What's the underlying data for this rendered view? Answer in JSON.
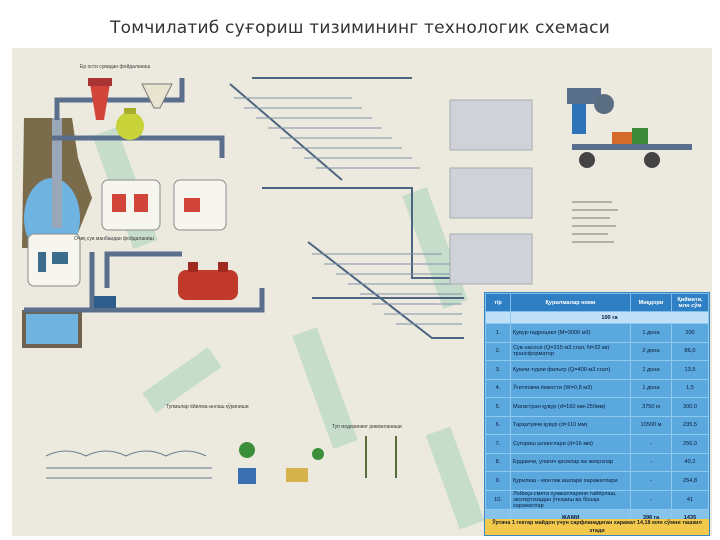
{
  "title": "Томчилатиб суғориш тизимининг технологик схемаси",
  "labels": {
    "top_pipe": "Ер ости сувидан фойдаланиш",
    "surface_pipe": "Очиқ сув манбаидан фойдаланиш",
    "layout_scheme": "Тупмалар ёйилма-анлаш кўриниши",
    "plant_scheme": "Туп илдизининг ривожланиши"
  },
  "table": {
    "headers": [
      "т/р",
      "Қурилмалар номи",
      "Миқдори",
      "Қиймати, млн сўм"
    ],
    "subheader": "100 га",
    "rows": [
      {
        "n": "1.",
        "name": "Қувур-гидроцикл (М=3000 м3)",
        "qty": "1 дона",
        "value": "200"
      },
      {
        "n": "2.",
        "name": "Сув насоси (Q=315 м3 соат, N=32 кв) трансформатор",
        "qty": "2 дона",
        "value": "86,0"
      },
      {
        "n": "3.",
        "name": "Қумли-турли фильтр (Q=400 м3 соат)",
        "qty": "1 дона",
        "value": "13,5"
      },
      {
        "n": "4.",
        "name": "Ўғитловчи ёмкости (W=0,8 м3)",
        "qty": "1 дона",
        "value": "1,5"
      },
      {
        "n": "5.",
        "name": "Магистрал қувур (d=160 мм-250мм)",
        "qty": "3750 м",
        "value": "300,0"
      },
      {
        "n": "6.",
        "name": "Тарқатувчи қувур (d=110 мм)",
        "qty": "10500 м",
        "value": "235,5"
      },
      {
        "n": "7.",
        "name": "Суғориш шланглари (d=16 мм)",
        "qty": "-",
        "value": "256,0"
      },
      {
        "n": "8.",
        "name": "Ердамчи, улагич қисмлар ва жиҳозлар",
        "qty": "-",
        "value": "40,2"
      },
      {
        "n": "9.",
        "name": "Қурилиш - монтаж ишлари харажатлари",
        "qty": "-",
        "value": "254,8"
      },
      {
        "n": "10.",
        "name": "Лойиҳа-смета хужжатларини тайёрлаш, экспертизадан ўтказиш ва бошқа харажатлар",
        "qty": "-",
        "value": "41"
      }
    ],
    "total": {
      "name": "ЖАМИ",
      "qty": "398 га",
      "value": "1435"
    },
    "footer": "Ўртача 1 гектар майдон учун сарфланадиган харажат 14,18 млн сўмни ташкил этади"
  },
  "colors": {
    "board": "#ece9de",
    "pipe": "#5a6f8c",
    "tank_red": "#c0392b",
    "tank_green": "#c8d33a",
    "water": "#6fb3e0",
    "table_bg": "#5aa8de",
    "footer": "#f2c94c",
    "watermark": "#7fc9a6"
  },
  "icons": [
    "pump-icon",
    "filter-tank-icon",
    "fertilizer-tank-icon",
    "well-icon",
    "plant-icon",
    "tractor-machine-icon"
  ]
}
